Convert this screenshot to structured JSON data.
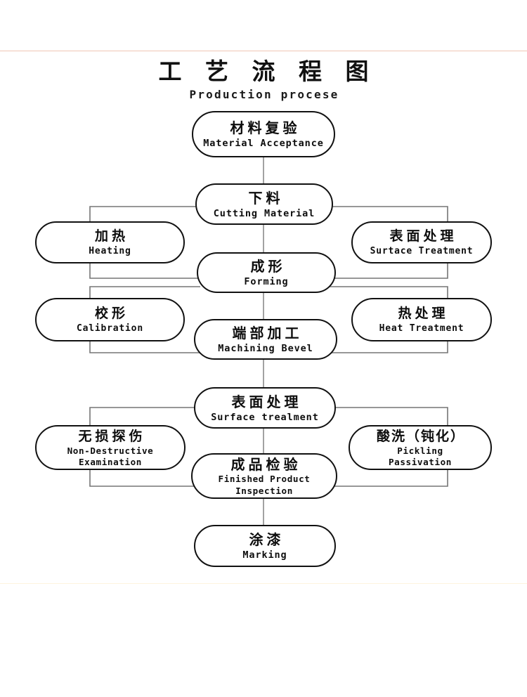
{
  "title": {
    "cn": "工 艺 流 程 图",
    "en": "Production procese"
  },
  "colors": {
    "node_border": "#111111",
    "connector": "#6f6f6f",
    "spine_connector": "#8a8a8a",
    "frame_top": "#f0c6b4",
    "frame_bottom": "#fdf4de",
    "text": "#0d0d0d",
    "background": "#ffffff"
  },
  "diagram": {
    "type": "flowchart",
    "orientation": "top-to-bottom",
    "node_shape": "stadium",
    "spine": [
      {
        "id": "material-acceptance",
        "cn": "材料复验",
        "en": "Material Acceptance"
      },
      {
        "id": "cutting-material",
        "cn": "下料",
        "en": "Cutting Material"
      },
      {
        "id": "forming",
        "cn": "成形",
        "en": "Forming"
      },
      {
        "id": "machining-bevel",
        "cn": "端部加工",
        "en": "Machining Bevel"
      },
      {
        "id": "surface-treatment",
        "cn": "表面处理",
        "en": "Surface trealment"
      },
      {
        "id": "finished-inspection",
        "cn": "成品检验",
        "en1": "Finished Product",
        "en2": "Inspection"
      },
      {
        "id": "marking",
        "cn": "涂漆",
        "en": "Marking"
      }
    ],
    "side_left": [
      {
        "id": "heating",
        "cn": "加热",
        "en": "Heating"
      },
      {
        "id": "calibration",
        "cn": "校形",
        "en": "Calibration"
      },
      {
        "id": "non-destructive",
        "cn": "无损探伤",
        "en1": "Non-Destructive",
        "en2": "Examination"
      }
    ],
    "side_right": [
      {
        "id": "surtace-treatment",
        "cn": "表面处理",
        "en": "Surtace Treatment"
      },
      {
        "id": "heat-treatment",
        "cn": "热处理",
        "en": "Heat Treatment"
      },
      {
        "id": "pickling",
        "cn": "酸洗（钝化）",
        "en1": "Pickling",
        "en2": "Passivation"
      }
    ],
    "edges": [
      {
        "from": "material-acceptance",
        "to": "cutting-material"
      },
      {
        "from": "cutting-material",
        "to": "forming"
      },
      {
        "from": "forming",
        "to": "machining-bevel"
      },
      {
        "from": "machining-bevel",
        "to": "surface-treatment"
      },
      {
        "from": "surface-treatment",
        "to": "finished-inspection"
      },
      {
        "from": "finished-inspection",
        "to": "marking"
      },
      {
        "from": "cutting-material",
        "to": "heating",
        "style": "bracket-left"
      },
      {
        "from": "heating",
        "to": "forming",
        "style": "bracket-left"
      },
      {
        "from": "cutting-material",
        "to": "surtace-treatment",
        "style": "bracket-right"
      },
      {
        "from": "surtace-treatment",
        "to": "forming",
        "style": "bracket-right"
      },
      {
        "from": "forming",
        "to": "calibration",
        "style": "bracket-left"
      },
      {
        "from": "calibration",
        "to": "machining-bevel",
        "style": "bracket-left"
      },
      {
        "from": "forming",
        "to": "heat-treatment",
        "style": "bracket-right"
      },
      {
        "from": "heat-treatment",
        "to": "machining-bevel",
        "style": "bracket-right"
      },
      {
        "from": "surface-treatment",
        "to": "non-destructive",
        "style": "bracket-left"
      },
      {
        "from": "non-destructive",
        "to": "finished-inspection",
        "style": "bracket-left"
      },
      {
        "from": "surface-treatment",
        "to": "pickling",
        "style": "bracket-right"
      },
      {
        "from": "pickling",
        "to": "finished-inspection",
        "style": "bracket-right"
      }
    ]
  }
}
